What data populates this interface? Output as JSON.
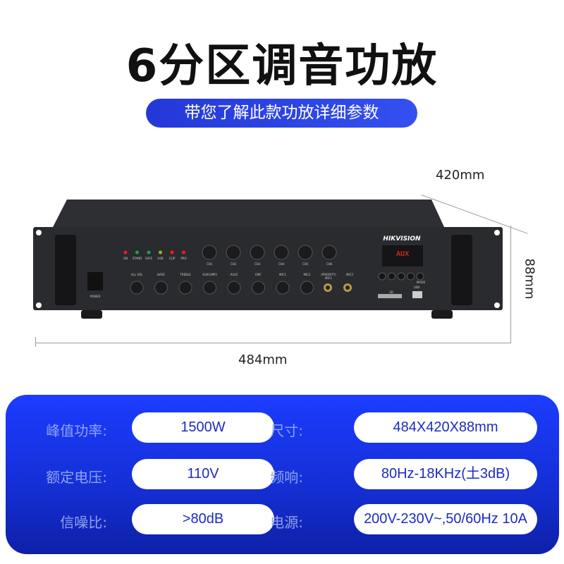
{
  "title": "6分区调音功放",
  "subtitle": "带您了解此款功放详细参数",
  "dimensions": {
    "depth": "420mm",
    "height": "88mm",
    "width": "484mm"
  },
  "device": {
    "brand": "HIKVISION",
    "display": "AUX",
    "power_label": "POWER",
    "channels": [
      "CH1",
      "CH2",
      "CH3",
      "CH4",
      "CH5",
      "CH6"
    ],
    "indicators": [
      "ON",
      "STAND",
      "SAFE",
      "USB",
      "CLIP",
      "PRO"
    ],
    "indicator_colors": [
      "#e82020",
      "#20a050",
      "#20a050",
      "#a0b020",
      "#e82020",
      "#e82020"
    ],
    "knobs": [
      "ALL VOL",
      "BASS",
      "TREBLE",
      "AUX1/MP3",
      "AUX2",
      "EMC",
      "MIC1",
      "MIC2"
    ],
    "jacks": [
      "(PRIORITY) MIC1",
      "MIC2"
    ],
    "sd_label": "SD",
    "usb_label": "USB",
    "mode_label": "MODE"
  },
  "specs": [
    {
      "label": "峰值功率:",
      "value": "1500W"
    },
    {
      "label": "尺寸:",
      "value": "484X420X88mm"
    },
    {
      "label": "额定电压:",
      "value": "110V"
    },
    {
      "label": "频响:",
      "value": "80Hz-18KHz(土3dB)"
    },
    {
      "label": "信噪比:",
      "value": ">80dB"
    },
    {
      "label": "电源:",
      "value": "200V-230V~,50/60Hz 10A"
    }
  ],
  "colors": {
    "accent": "#1c3cff",
    "value_text": "#1a2cc0",
    "label_text": "#8fa3ee"
  }
}
